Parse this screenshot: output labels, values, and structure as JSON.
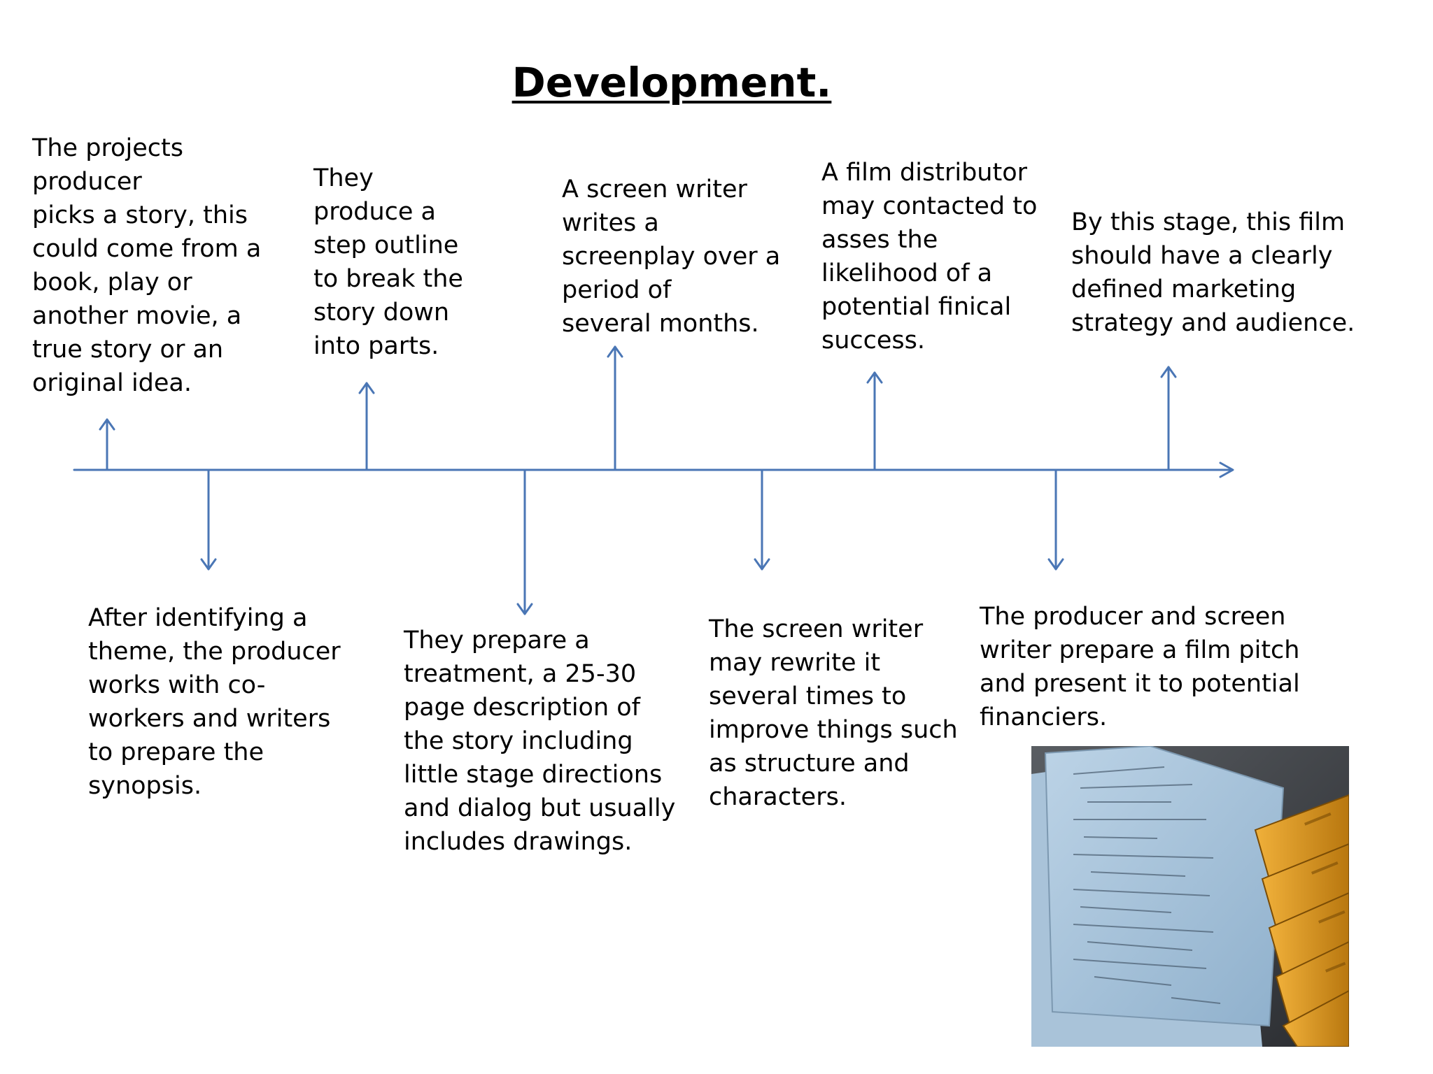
{
  "title": "Development.",
  "colors": {
    "timeline": "#4a76b5",
    "text": "#000000",
    "background": "#ffffff"
  },
  "notes": {
    "step_1": "The projects\nproducer\npicks a story, this\ncould come from a\nbook, play or\nanother movie, a\ntrue story or an\noriginal idea.",
    "step_2": "After identifying a\ntheme, the producer\nworks with co-\nworkers and writers\nto prepare the\nsynopsis.",
    "step_3": "They\nproduce a\nstep outline\nto break the\nstory down\ninto parts.",
    "step_4": "They prepare a\ntreatment, a 25-30\npage description of\nthe story including\nlittle stage directions\nand dialog but usually\nincludes drawings.",
    "step_5": "A screen writer\nwrites a\nscreenplay over a\nperiod of\nseveral months.",
    "step_6": "The screen writer\nmay rewrite it\nseveral times to\nimprove things such\nas structure and\ncharacters.",
    "step_7": "A film distributor\nmay contacted to\nasses the\nlikelihood of a\npotential finical\nsuccess.",
    "step_8": "The producer and screen\nwriter prepare a film pitch\nand present it to potential\nfinanciers.",
    "step_9": "By this stage, this film\nshould have a clearly\ndefined marketing\nstrategy and audience."
  },
  "image": {
    "icon": "screenplay-books-photo"
  }
}
